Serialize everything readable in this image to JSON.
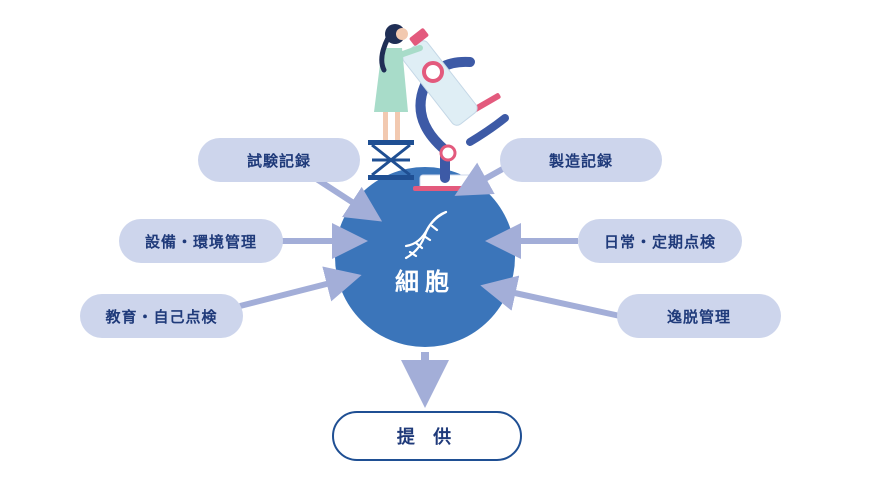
{
  "center": {
    "label": "細胞",
    "dna_icon": "dna-icon"
  },
  "inputs_left": [
    {
      "label": "試験記録"
    },
    {
      "label": "設備・環境管理"
    },
    {
      "label": "教育・自己点検"
    }
  ],
  "inputs_right": [
    {
      "label": "製造記録"
    },
    {
      "label": "日常・定期点検"
    },
    {
      "label": "逸脱管理"
    }
  ],
  "output": {
    "label": "提 供"
  },
  "illustration": {
    "name": "scientist-with-microscope"
  },
  "colors": {
    "cell": "#3b75ba",
    "pill_bg": "#cdd5ec",
    "arrow": "#a3aed8",
    "text": "#1f3a7a",
    "output_border": "#1f4f93"
  }
}
